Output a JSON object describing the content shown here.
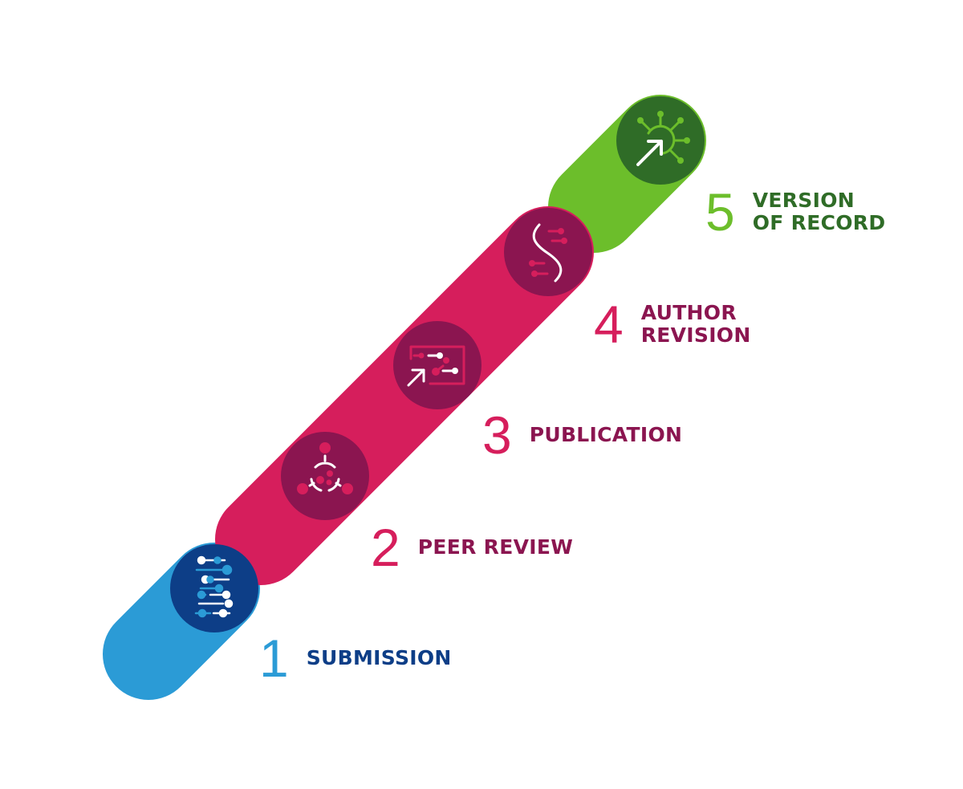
{
  "colors": {
    "blue_track": "#2B9BD6",
    "blue_circle": "#0D3E87",
    "blue_number": "#2B9BD6",
    "blue_text": "#0D3E87",
    "pink_track": "#D61E5C",
    "pink_circle": "#8B1550",
    "pink_number": "#D61E5C",
    "pink_text": "#8B1550",
    "green_track": "#6CBE2B",
    "green_circle": "#2F6C27",
    "green_number": "#6CBE2B",
    "green_text": "#2F6C27",
    "icon_light": "#FFFFFF",
    "icon_accent_blue": "#2B9BD6",
    "icon_accent_pink": "#D61E5C",
    "icon_accent_green": "#6CBE2B"
  },
  "steps": [
    {
      "number": "1",
      "label": "SUBMISSION",
      "icon": "molecule-chain-icon"
    },
    {
      "number": "2",
      "label": "PEER REVIEW",
      "icon": "target-network-icon"
    },
    {
      "number": "3",
      "label": "PUBLICATION",
      "icon": "board-arrow-icon"
    },
    {
      "number": "4",
      "label": "AUTHOR\nREVISION",
      "icon": "dna-helix-icon"
    },
    {
      "number": "5",
      "label": "VERSION\nOF RECORD",
      "icon": "virus-arrow-icon"
    }
  ]
}
